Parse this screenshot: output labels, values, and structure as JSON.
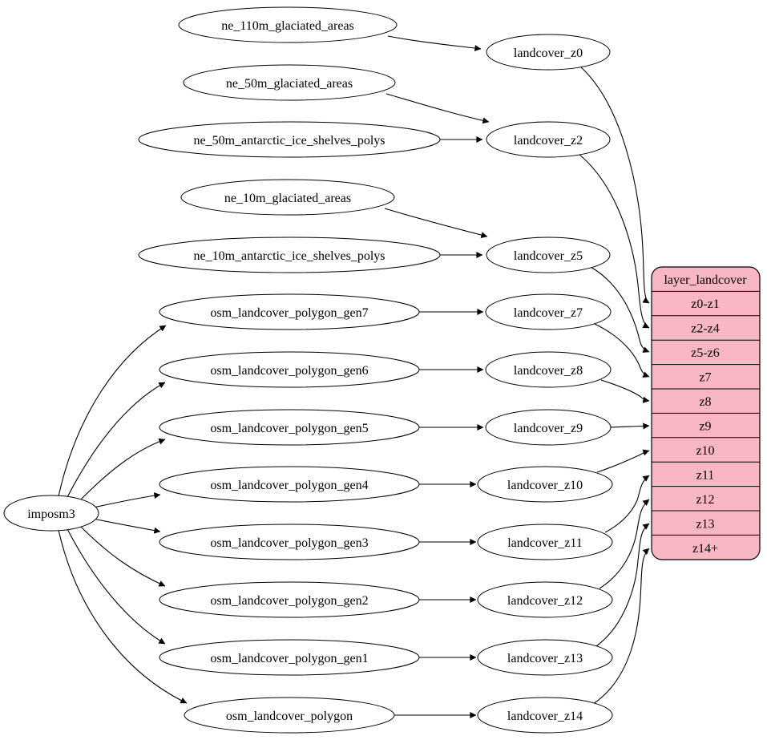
{
  "diagram": {
    "type": "graphviz-dependency-graph",
    "subject": "layer_landcover mapping graph"
  },
  "colors": {
    "background": "#ffffff",
    "node_fill": "#ffffff",
    "node_stroke": "#000000",
    "edge": "#000000",
    "table_fill": "#f9b7c3",
    "table_stroke": "#000000"
  },
  "nodes": {
    "imposm3": "imposm3",
    "ne_110m_glaciated_areas": "ne_110m_glaciated_areas",
    "ne_50m_glaciated_areas": "ne_50m_glaciated_areas",
    "ne_50m_antarctic_ice_shelves_polys": "ne_50m_antarctic_ice_shelves_polys",
    "ne_10m_glaciated_areas": "ne_10m_glaciated_areas",
    "ne_10m_antarctic_ice_shelves_polys": "ne_10m_antarctic_ice_shelves_polys",
    "osm_landcover_polygon_gen7": "osm_landcover_polygon_gen7",
    "osm_landcover_polygon_gen6": "osm_landcover_polygon_gen6",
    "osm_landcover_polygon_gen5": "osm_landcover_polygon_gen5",
    "osm_landcover_polygon_gen4": "osm_landcover_polygon_gen4",
    "osm_landcover_polygon_gen3": "osm_landcover_polygon_gen3",
    "osm_landcover_polygon_gen2": "osm_landcover_polygon_gen2",
    "osm_landcover_polygon_gen1": "osm_landcover_polygon_gen1",
    "osm_landcover_polygon": "osm_landcover_polygon",
    "landcover_z0": "landcover_z0",
    "landcover_z2": "landcover_z2",
    "landcover_z5": "landcover_z5",
    "landcover_z7": "landcover_z7",
    "landcover_z8": "landcover_z8",
    "landcover_z9": "landcover_z9",
    "landcover_z10": "landcover_z10",
    "landcover_z11": "landcover_z11",
    "landcover_z12": "landcover_z12",
    "landcover_z13": "landcover_z13",
    "landcover_z14": "landcover_z14"
  },
  "table": {
    "title": "layer_landcover",
    "rows": [
      "z0-z1",
      "z2-z4",
      "z5-z6",
      "z7",
      "z8",
      "z9",
      "z10",
      "z11",
      "z12",
      "z13",
      "z14+"
    ]
  },
  "edges": [
    {
      "from": "ne_110m_glaciated_areas",
      "to": "landcover_z0"
    },
    {
      "from": "ne_50m_glaciated_areas",
      "to": "landcover_z2"
    },
    {
      "from": "ne_50m_antarctic_ice_shelves_polys",
      "to": "landcover_z2"
    },
    {
      "from": "ne_10m_glaciated_areas",
      "to": "landcover_z5"
    },
    {
      "from": "ne_10m_antarctic_ice_shelves_polys",
      "to": "landcover_z5"
    },
    {
      "from": "imposm3",
      "to": "osm_landcover_polygon_gen7"
    },
    {
      "from": "imposm3",
      "to": "osm_landcover_polygon_gen6"
    },
    {
      "from": "imposm3",
      "to": "osm_landcover_polygon_gen5"
    },
    {
      "from": "imposm3",
      "to": "osm_landcover_polygon_gen4"
    },
    {
      "from": "imposm3",
      "to": "osm_landcover_polygon_gen3"
    },
    {
      "from": "imposm3",
      "to": "osm_landcover_polygon_gen2"
    },
    {
      "from": "imposm3",
      "to": "osm_landcover_polygon_gen1"
    },
    {
      "from": "imposm3",
      "to": "osm_landcover_polygon"
    },
    {
      "from": "osm_landcover_polygon_gen7",
      "to": "landcover_z7"
    },
    {
      "from": "osm_landcover_polygon_gen6",
      "to": "landcover_z8"
    },
    {
      "from": "osm_landcover_polygon_gen5",
      "to": "landcover_z9"
    },
    {
      "from": "osm_landcover_polygon_gen4",
      "to": "landcover_z10"
    },
    {
      "from": "osm_landcover_polygon_gen3",
      "to": "landcover_z11"
    },
    {
      "from": "osm_landcover_polygon_gen2",
      "to": "landcover_z12"
    },
    {
      "from": "osm_landcover_polygon_gen1",
      "to": "landcover_z13"
    },
    {
      "from": "osm_landcover_polygon",
      "to": "landcover_z14"
    },
    {
      "from": "landcover_z0",
      "to": "layer_landcover.z0-z1"
    },
    {
      "from": "landcover_z2",
      "to": "layer_landcover.z2-z4"
    },
    {
      "from": "landcover_z5",
      "to": "layer_landcover.z5-z6"
    },
    {
      "from": "landcover_z7",
      "to": "layer_landcover.z7"
    },
    {
      "from": "landcover_z8",
      "to": "layer_landcover.z8"
    },
    {
      "from": "landcover_z9",
      "to": "layer_landcover.z9"
    },
    {
      "from": "landcover_z10",
      "to": "layer_landcover.z10"
    },
    {
      "from": "landcover_z11",
      "to": "layer_landcover.z11"
    },
    {
      "from": "landcover_z12",
      "to": "layer_landcover.z12"
    },
    {
      "from": "landcover_z13",
      "to": "layer_landcover.z13"
    },
    {
      "from": "landcover_z14",
      "to": "layer_landcover.z14+"
    }
  ]
}
